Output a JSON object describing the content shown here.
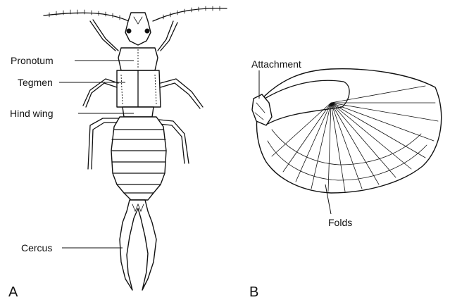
{
  "panels": {
    "a": "A",
    "b": "B"
  },
  "labels": {
    "pronotum": "Pronotum",
    "tegmen": "Tegmen",
    "hind_wing": "Hind wing",
    "cercus": "Cercus",
    "attachment": "Attachment",
    "folds": "Folds"
  },
  "colors": {
    "ink": "#111111",
    "background": "#ffffff"
  }
}
